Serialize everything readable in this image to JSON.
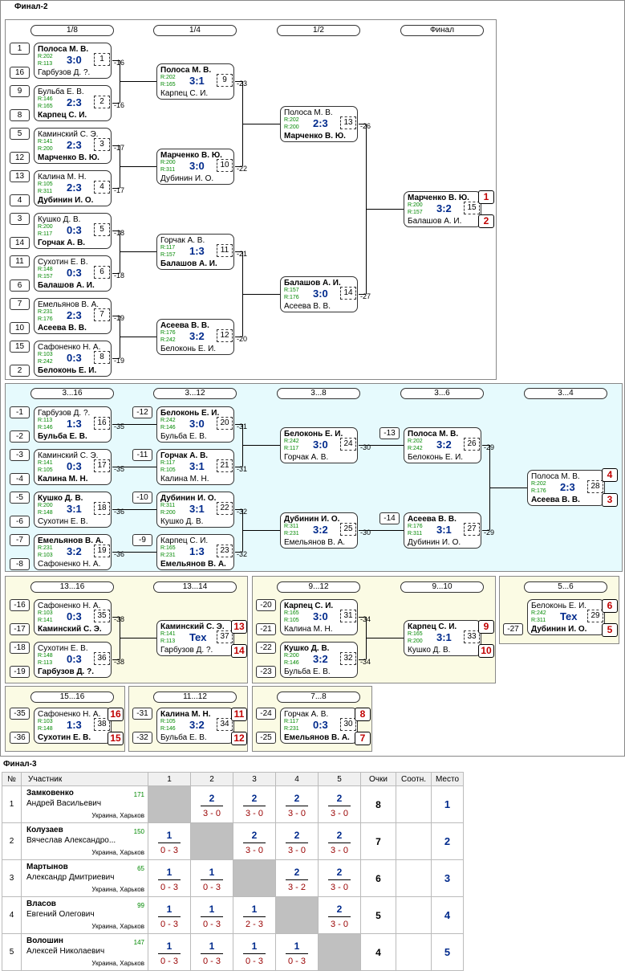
{
  "section1": "Финал-2",
  "section2": "Финал-3",
  "rounds_main": [
    "1/8",
    "1/4",
    "1/2",
    "Финал"
  ],
  "rounds_cons": [
    "3...16",
    "3...12",
    "3...8",
    "3...6",
    "3...4"
  ],
  "r_1316": [
    "13...16",
    "13...14"
  ],
  "r_912": [
    "9...12",
    "9...10"
  ],
  "r_56": "5...6",
  "r_1516": "15...16",
  "r_1112": "11...12",
  "r_78": "7...8",
  "matches": [
    {
      "p1": "Полоса М. В.",
      "r1": "R:202",
      "r2": "R:113",
      "p2": "Гарбузов Д. ?.",
      "w": 1,
      "s": "3:0",
      "n": "1",
      "l": "-16"
    },
    {
      "p1": "Бульба Е. В.",
      "r1": "R:146",
      "r2": "R:165",
      "p2": "Карпец С. И.",
      "w": 2,
      "s": "2:3",
      "n": "2",
      "l": "-16"
    },
    {
      "p1": "Каминский С. Э.",
      "r1": "R:141",
      "r2": "R:200",
      "p2": "Марченко В. Ю.",
      "w": 2,
      "s": "2:3",
      "n": "3",
      "l": "-17"
    },
    {
      "p1": "Калина М. Н.",
      "r1": "R:105",
      "r2": "R:311",
      "p2": "Дубинин И. О.",
      "w": 2,
      "s": "2:3",
      "n": "4",
      "l": "-17"
    },
    {
      "p1": "Кушко Д. В.",
      "r1": "R:200",
      "r2": "R:117",
      "p2": "Горчак А. В.",
      "w": 2,
      "s": "0:3",
      "n": "5",
      "l": "-18"
    },
    {
      "p1": "Сухотин Е. В.",
      "r1": "R:148",
      "r2": "R:157",
      "p2": "Балашов А. И.",
      "w": 2,
      "s": "0:3",
      "n": "6",
      "l": "-18"
    },
    {
      "p1": "Емельянов В. А.",
      "r1": "R:231",
      "r2": "R:176",
      "p2": "Асеева В. В.",
      "w": 2,
      "s": "2:3",
      "n": "7",
      "l": "-19"
    },
    {
      "p1": "Сафоненко Н. А.",
      "r1": "R:103",
      "r2": "R:242",
      "p2": "Белоконь Е. И.",
      "w": 2,
      "s": "0:3",
      "n": "8",
      "l": "-19"
    },
    {
      "p1": "Полоса М. В.",
      "r1": "R:202",
      "r2": "R:165",
      "p2": "Карпец С. И.",
      "w": 1,
      "s": "3:1",
      "n": "9",
      "l": "-23"
    },
    {
      "p1": "Марченко В. Ю.",
      "r1": "R:200",
      "r2": "R:311",
      "p2": "Дубинин И. О.",
      "w": 1,
      "s": "3:0",
      "n": "10",
      "l": "-22"
    },
    {
      "p1": "Горчак А. В.",
      "r1": "R:117",
      "r2": "R:157",
      "p2": "Балашов А. И.",
      "w": 2,
      "s": "1:3",
      "n": "11",
      "l": "-21"
    },
    {
      "p1": "Асеева В. В.",
      "r1": "R:176",
      "r2": "R:242",
      "p2": "Белоконь Е. И.",
      "w": 1,
      "s": "3:2",
      "n": "12",
      "l": "-20"
    },
    {
      "p1": "Полоса М. В.",
      "r1": "R:202",
      "r2": "R:200",
      "p2": "Марченко В. Ю.",
      "w": 2,
      "s": "2:3",
      "n": "13",
      "l": "-26"
    },
    {
      "p1": "Балашов А. И.",
      "r1": "R:157",
      "r2": "R:176",
      "p2": "Асеева В. В.",
      "w": 1,
      "s": "3:0",
      "n": "14",
      "l": "-27"
    },
    {
      "p1": "Марченко В. Ю.",
      "r1": "R:200",
      "r2": "R:157",
      "p2": "Балашов А. И.",
      "w": 1,
      "s": "3:2",
      "n": "15",
      "l": ""
    },
    {
      "p1": "Гарбузов Д. ?.",
      "r1": "R:113",
      "r2": "R:146",
      "p2": "Бульба Е. В.",
      "w": 2,
      "s": "1:3",
      "n": "16",
      "l": "-35"
    },
    {
      "p1": "Каминский С. Э.",
      "r1": "R:141",
      "r2": "R:105",
      "p2": "Калина М. Н.",
      "w": 2,
      "s": "0:3",
      "n": "17",
      "l": "-35"
    },
    {
      "p1": "Кушко Д. В.",
      "r1": "R:200",
      "r2": "R:148",
      "p2": "Сухотин Е. В.",
      "w": 1,
      "s": "3:1",
      "n": "18",
      "l": "-36"
    },
    {
      "p1": "Емельянов В. А.",
      "r1": "R:231",
      "r2": "R:103",
      "p2": "Сафоненко Н. А.",
      "w": 1,
      "s": "3:2",
      "n": "19",
      "l": "-36"
    },
    {
      "p1": "Белоконь Е. И.",
      "r1": "R:242",
      "r2": "R:146",
      "p2": "Бульба Е. В.",
      "w": 1,
      "s": "3:0",
      "n": "20",
      "l": "-31"
    },
    {
      "p1": "Горчак А. В.",
      "r1": "R:117",
      "r2": "R:105",
      "p2": "Калина М. Н.",
      "w": 1,
      "s": "3:1",
      "n": "21",
      "l": "-31"
    },
    {
      "p1": "Дубинин И. О.",
      "r1": "R:311",
      "r2": "R:200",
      "p2": "Кушко Д. В.",
      "w": 1,
      "s": "3:1",
      "n": "22",
      "l": "-32"
    },
    {
      "p1": "Карпец С. И.",
      "r1": "R:165",
      "r2": "R:231",
      "p2": "Емельянов В. А.",
      "w": 2,
      "s": "1:3",
      "n": "23",
      "l": "-32"
    },
    {
      "p1": "Белоконь Е. И.",
      "r1": "R:242",
      "r2": "R:117",
      "p2": "Горчак А. В.",
      "w": 1,
      "s": "3:0",
      "n": "24",
      "l": "-30"
    },
    {
      "p1": "Дубинин И. О.",
      "r1": "R:311",
      "r2": "R:231",
      "p2": "Емельянов В. А.",
      "w": 1,
      "s": "3:2",
      "n": "25",
      "l": "-30"
    },
    {
      "p1": "Полоса М. В.",
      "r1": "R:202",
      "r2": "R:242",
      "p2": "Белоконь Е. И.",
      "w": 1,
      "s": "3:2",
      "n": "26",
      "l": "-29"
    },
    {
      "p1": "Асеева В. В.",
      "r1": "R:176",
      "r2": "R:311",
      "p2": "Дубинин И. О.",
      "w": 1,
      "s": "3:1",
      "n": "27",
      "l": "-29"
    },
    {
      "p1": "Полоса М. В.",
      "r1": "R:202",
      "r2": "R:176",
      "p2": "Асеева В. В.",
      "w": 2,
      "s": "2:3",
      "n": "28",
      "l": ""
    },
    {
      "p1": "Белоконь Е. И.",
      "r1": "R:242",
      "r2": "R:311",
      "p2": "Дубинин И. О.",
      "w": 2,
      "s": "Tex",
      "n": "29",
      "l": ""
    },
    {
      "p1": "Сафоненко Н. А.",
      "r1": "R:103",
      "r2": "R:141",
      "p2": "Каминский С. Э.",
      "w": 2,
      "s": "0:3",
      "n": "35",
      "l": "-38"
    },
    {
      "p1": "Сухотин Е. В.",
      "r1": "R:148",
      "r2": "R:113",
      "p2": "Гарбузов Д. ?.",
      "w": 2,
      "s": "0:3",
      "n": "36",
      "l": "-38"
    },
    {
      "p1": "Каминский С. Э.",
      "r1": "R:141",
      "r2": "R:113",
      "p2": "Гарбузов Д. ?.",
      "w": 1,
      "s": "Tex",
      "n": "37",
      "l": ""
    },
    {
      "p1": "Карпец С. И.",
      "r1": "R:165",
      "r2": "R:105",
      "p2": "Калина М. Н.",
      "w": 1,
      "s": "3:0",
      "n": "31",
      "l": "-34"
    },
    {
      "p1": "Кушко Д. В.",
      "r1": "R:200",
      "r2": "R:146",
      "p2": "Бульба Е. В.",
      "w": 1,
      "s": "3:2",
      "n": "32",
      "l": "-34"
    },
    {
      "p1": "Карпец С. И.",
      "r1": "R:165",
      "r2": "R:200",
      "p2": "Кушко Д. В.",
      "w": 1,
      "s": "3:1",
      "n": "33",
      "l": ""
    },
    {
      "p1": "Сафоненко Н. А.",
      "r1": "R:103",
      "r2": "R:148",
      "p2": "Сухотин Е. В.",
      "w": 2,
      "s": "1:3",
      "n": "38",
      "l": ""
    },
    {
      "p1": "Калина М. Н.",
      "r1": "R:105",
      "r2": "R:146",
      "p2": "Бульба Е. В.",
      "w": 1,
      "s": "3:2",
      "n": "34",
      "l": ""
    },
    {
      "p1": "Горчак А. В.",
      "r1": "R:117",
      "r2": "R:231",
      "p2": "Емельянов В. А.",
      "w": 2,
      "s": "0:3",
      "n": "30",
      "l": ""
    }
  ],
  "seeds": [
    "1",
    "16",
    "9",
    "8",
    "5",
    "12",
    "13",
    "4",
    "3",
    "14",
    "11",
    "6",
    "7",
    "10",
    "15",
    "2",
    "-1",
    "-2",
    "-3",
    "-4",
    "-5",
    "-6",
    "-7",
    "-8",
    "-12",
    "-11",
    "-10",
    "-9",
    "-13",
    "-14",
    "-16",
    "-17",
    "-18",
    "-19",
    "-20",
    "-21",
    "-22",
    "-23",
    "-26",
    "-27",
    "-35",
    "-36",
    "-31",
    "-32",
    "-24",
    "-25"
  ],
  "places": [
    "1",
    "2",
    "4",
    "3",
    "13",
    "14",
    "9",
    "10",
    "6",
    "5",
    "16",
    "15",
    "11",
    "12",
    "8",
    "7"
  ],
  "table": {
    "headers": [
      "№",
      "Участник",
      "1",
      "2",
      "3",
      "4",
      "5",
      "Очки",
      "Соотн.",
      "Место"
    ],
    "rows": [
      {
        "n": "1",
        "surname": "Замковенко",
        "name": "Андрей Васильевич",
        "rating": "171",
        "city": "Украина, Харьков",
        "cells": [
          null,
          [
            "2",
            "3 - 0"
          ],
          [
            "2",
            "3 - 0"
          ],
          [
            "2",
            "3 - 0"
          ],
          [
            "2",
            "3 - 0"
          ]
        ],
        "pts": "8",
        "ratio": "",
        "place": "1"
      },
      {
        "n": "2",
        "surname": "Колузаев",
        "name": "Вячеслав Александро...",
        "rating": "150",
        "city": "Украина, Харьков",
        "cells": [
          [
            "1",
            "0 - 3"
          ],
          null,
          [
            "2",
            "3 - 0"
          ],
          [
            "2",
            "3 - 0"
          ],
          [
            "2",
            "3 - 0"
          ]
        ],
        "pts": "7",
        "ratio": "",
        "place": "2"
      },
      {
        "n": "3",
        "surname": "Мартынов",
        "name": "Александр Дмитриевич",
        "rating": "65",
        "city": "Украина, Харьков",
        "cells": [
          [
            "1",
            "0 - 3"
          ],
          [
            "1",
            "0 - 3"
          ],
          null,
          [
            "2",
            "3 - 2"
          ],
          [
            "2",
            "3 - 0"
          ]
        ],
        "pts": "6",
        "ratio": "",
        "place": "3"
      },
      {
        "n": "4",
        "surname": "Власов",
        "name": "Евгений Олегович",
        "rating": "99",
        "city": "Украина, Харьков",
        "cells": [
          [
            "1",
            "0 - 3"
          ],
          [
            "1",
            "0 - 3"
          ],
          [
            "1",
            "2 - 3"
          ],
          null,
          [
            "2",
            "3 - 0"
          ]
        ],
        "pts": "5",
        "ratio": "",
        "place": "4"
      },
      {
        "n": "5",
        "surname": "Волошин",
        "name": "Алексей Николаевич",
        "rating": "147",
        "city": "Украина, Харьков",
        "cells": [
          [
            "1",
            "0 - 3"
          ],
          [
            "1",
            "0 - 3"
          ],
          [
            "1",
            "0 - 3"
          ],
          [
            "1",
            "0 - 3"
          ],
          null
        ],
        "pts": "4",
        "ratio": "",
        "place": "5"
      }
    ]
  }
}
